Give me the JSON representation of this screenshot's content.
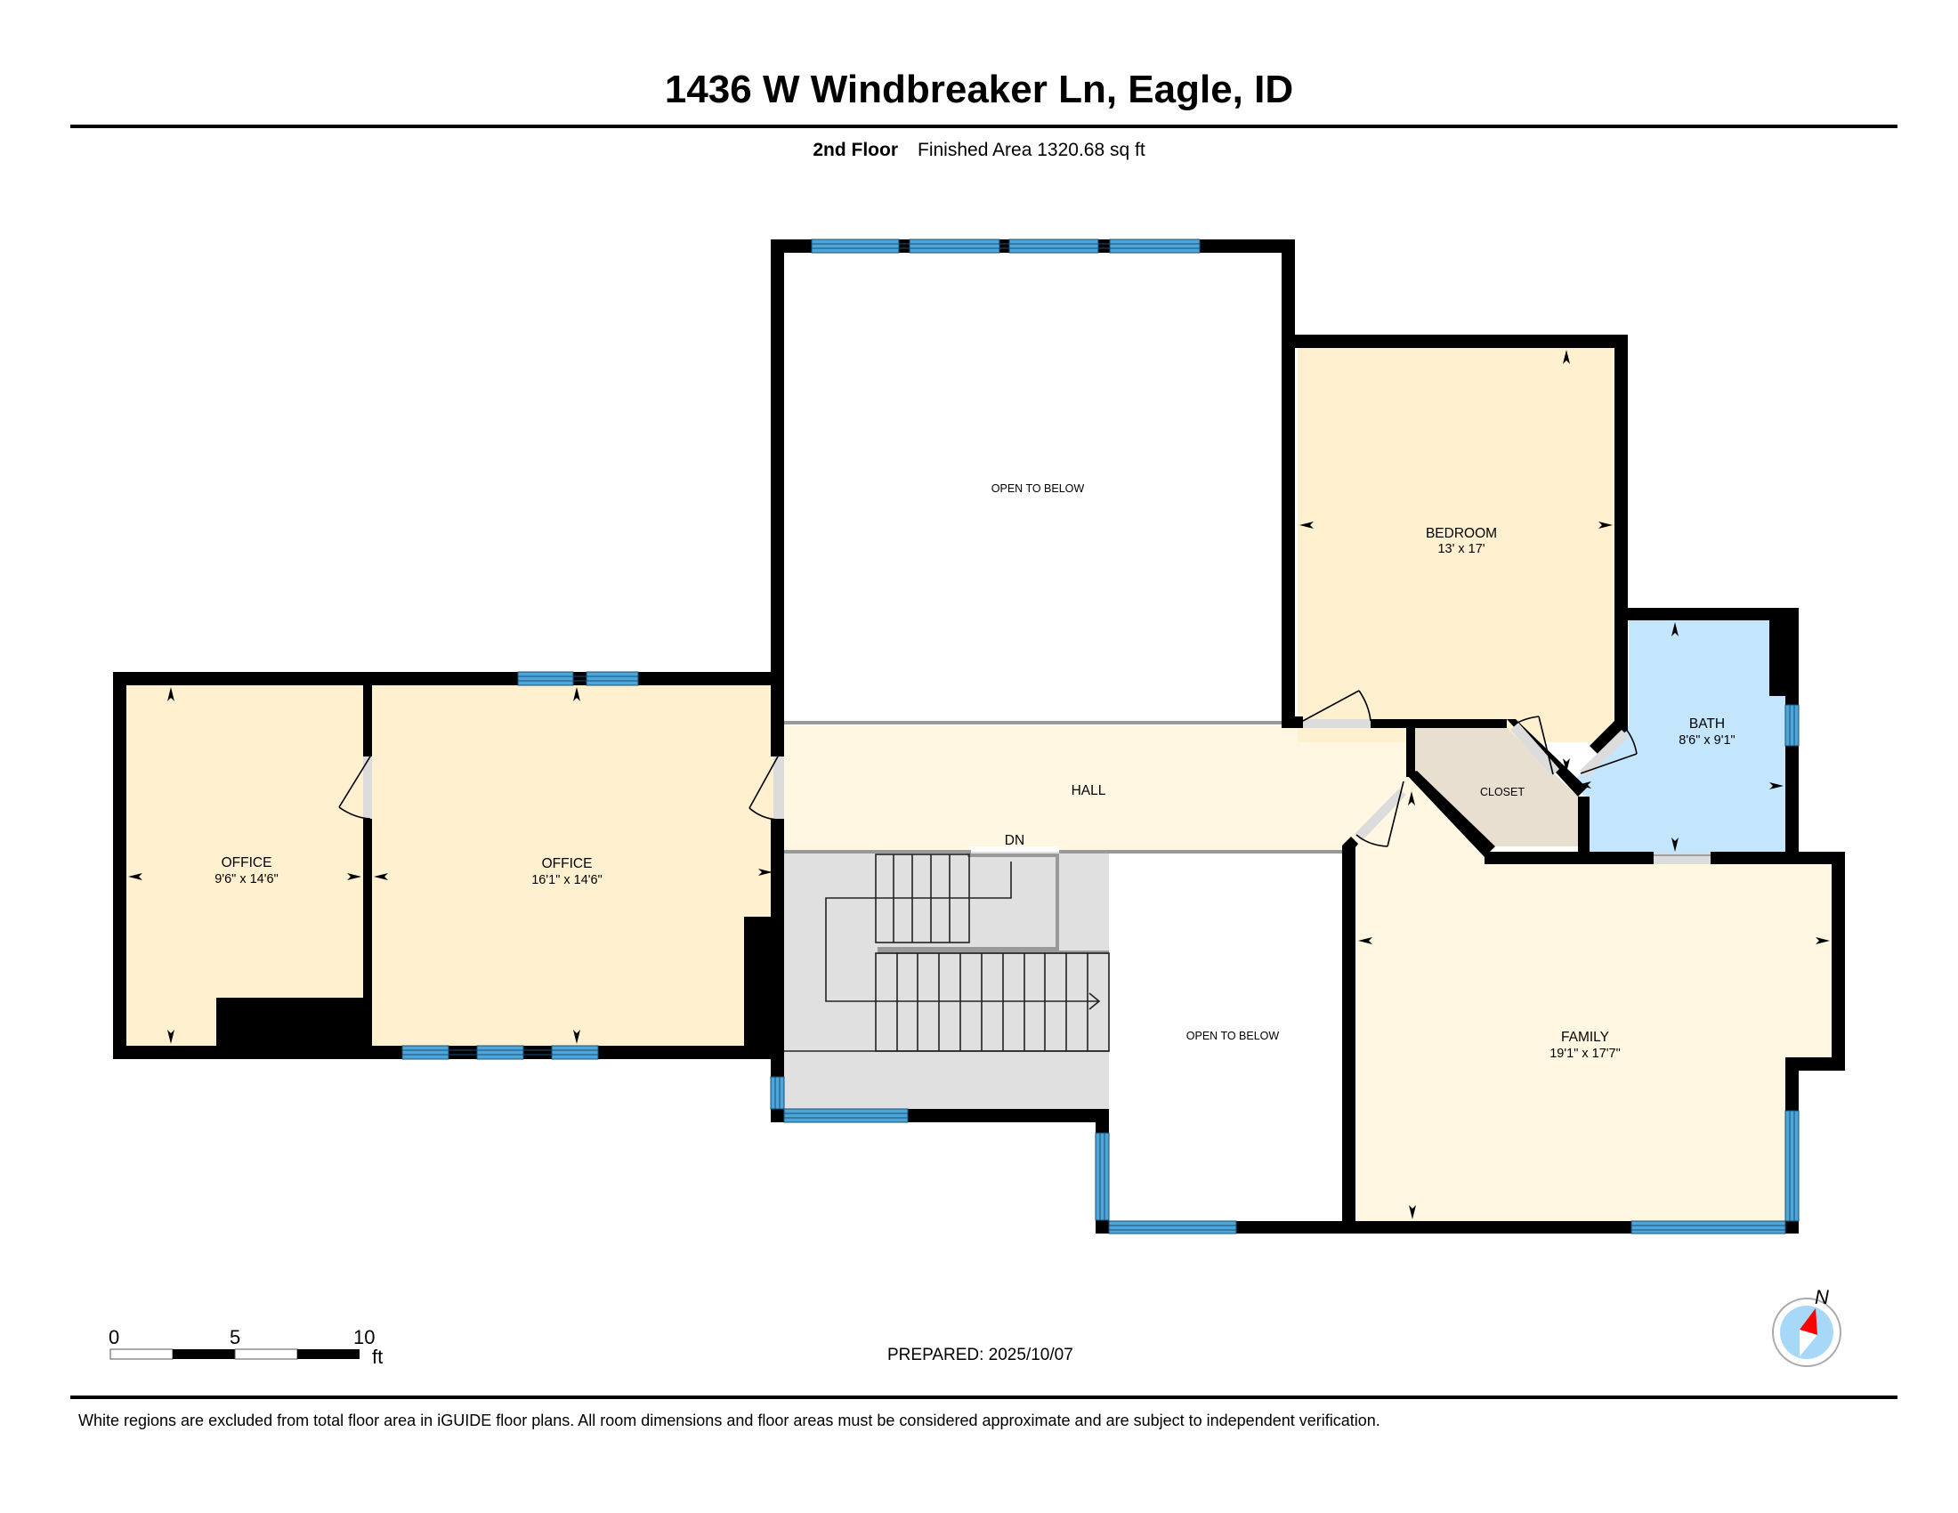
{
  "header": {
    "title": "1436 W Windbreaker Ln, Eagle, ID",
    "floor": "2nd Floor",
    "finished_area": "Finished Area 1320.68 sq ft"
  },
  "rooms": {
    "open_top": {
      "label": "OPEN TO BELOW"
    },
    "open_bottom": {
      "label": "OPEN TO BELOW"
    },
    "bedroom": {
      "label": "BEDROOM",
      "dims": "13' x 17'"
    },
    "bath": {
      "label": "BATH",
      "dims": "8'6\" x 9'1\""
    },
    "closet": {
      "label": "CLOSET"
    },
    "hall": {
      "label": "HALL"
    },
    "stairs": {
      "label": "DN"
    },
    "office_left": {
      "label": "OFFICE",
      "dims": "9'6\" x 14'6\""
    },
    "office_right": {
      "label": "OFFICE",
      "dims": "16'1\" x 14'6\""
    },
    "family": {
      "label": "FAMILY",
      "dims": "19'1\" x 17'7\""
    }
  },
  "scale_bar": {
    "ticks": [
      "0",
      "5",
      "10"
    ],
    "unit": "ft"
  },
  "compass": {
    "label": "N",
    "icon": "north-arrow-icon"
  },
  "prepared": "PREPARED: 2025/10/07",
  "footer": {
    "disclaimer": "White regions are excluded from total floor area in iGUIDE floor plans. All room dimensions and floor areas must be considered approximate and are subject to independent verification."
  },
  "colors": {
    "wall": "#000000",
    "window": "#4da6d9",
    "office_fill": "#fff0cf",
    "hall_fill": "#fff7e2",
    "closet_fill": "#e8dfd1",
    "bath_fill": "#c3e6fc",
    "stairs_fill": "#e0e0e0",
    "door_fill": "#dcdcdc",
    "compass_red": "#ff0000",
    "compass_blue": "#a8d8f8"
  }
}
